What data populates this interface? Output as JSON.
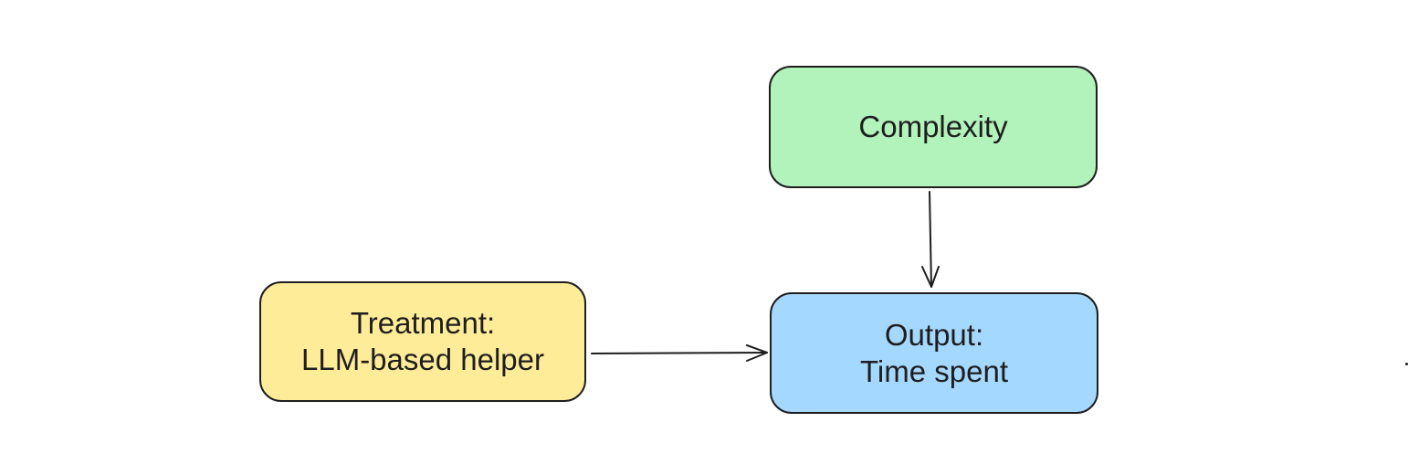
{
  "diagram": {
    "nodes": {
      "complexity": {
        "lines": [
          "Complexity"
        ],
        "fill": "#b2f2bb"
      },
      "treatment": {
        "lines": [
          "Treatment:",
          "LLM-based helper"
        ],
        "fill": "#ffec99"
      },
      "output": {
        "lines": [
          "Output:",
          "Time spent"
        ],
        "fill": "#a5d8ff"
      }
    },
    "edges": [
      {
        "from": "complexity",
        "to": "output"
      },
      {
        "from": "treatment",
        "to": "output"
      }
    ],
    "stroke_color": "#1e1e1e"
  }
}
